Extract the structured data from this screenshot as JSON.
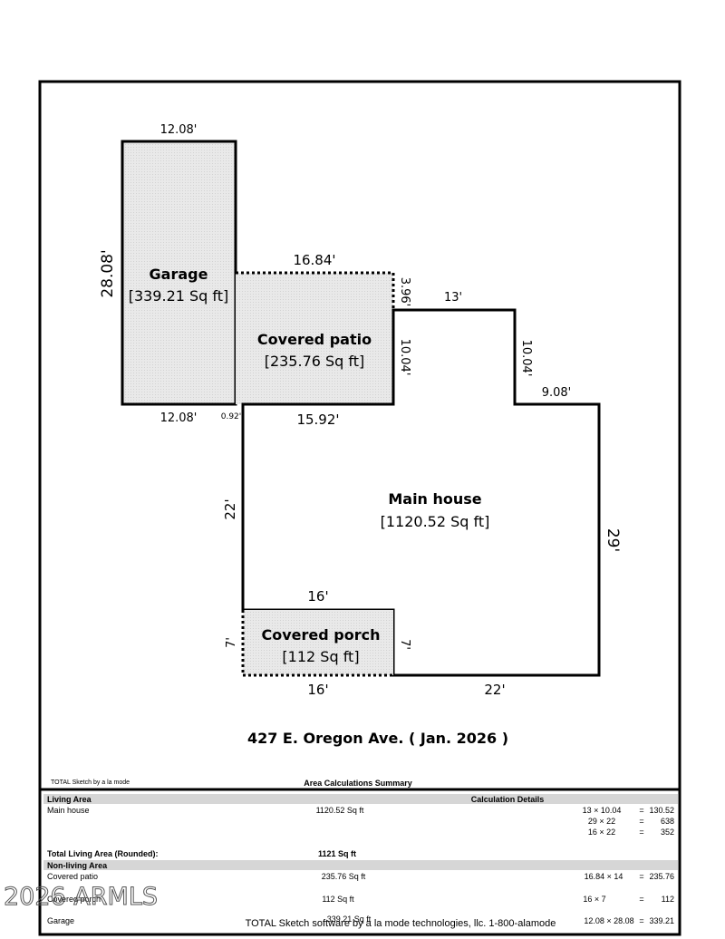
{
  "areas": {
    "garage": {
      "name": "Garage",
      "size": "[339.21 Sq ft]"
    },
    "patio": {
      "name": "Covered patio",
      "size": "[235.76 Sq ft]"
    },
    "main": {
      "name": "Main house",
      "size": "[1120.52 Sq ft]"
    },
    "porch": {
      "name": "Covered porch",
      "size": "[112 Sq ft]"
    }
  },
  "dimensions": {
    "garage_top": "12.08'",
    "garage_bottom": "12.08'",
    "garage_side": "28.08'",
    "patio_top": "16.84'",
    "patio_right_upper": "3.96'",
    "patio_right": "10.04'",
    "main_top": "13'",
    "main_step_down": "10.04'",
    "main_step_right": "9.08'",
    "main_right": "29'",
    "main_top_left": "15.92'",
    "small_offset": "0.92'",
    "main_left": "22'",
    "porch_top": "16'",
    "porch_left": "7'",
    "porch_right": "7'",
    "porch_bottom": "16'",
    "main_bottom": "22'"
  },
  "address": "427 E. Oregon Ave. ( Jan. 2026 )",
  "table": {
    "credit": "TOTAL Sketch by a la mode",
    "title": "Area Calculations Summary",
    "living_header": "Living Area",
    "calc_header": "Calculation Details",
    "main_label": "Main house",
    "main_value": "1120.52 Sq ft",
    "main_calcs": [
      {
        "expr": "13 × 10.04",
        "eq": "=",
        "res": "130.52"
      },
      {
        "expr": "29 × 22",
        "eq": "=",
        "res": "638"
      },
      {
        "expr": "16 × 22",
        "eq": "=",
        "res": "352"
      }
    ],
    "total_label": "Total Living Area (Rounded):",
    "total_value": "1121 Sq ft",
    "nonliving_header": "Non-living Area",
    "rows": [
      {
        "label": "Covered patio",
        "value": "235.76 Sq ft",
        "calc": "16.84 × 14",
        "eq": "=",
        "res": "235.76"
      },
      {
        "label": "Covered porch",
        "value": "112 Sq ft",
        "calc": "16 × 7",
        "eq": "=",
        "res": "112"
      },
      {
        "label": "Garage",
        "value": "339.21 Sq ft",
        "calc": "12.08 × 28.08",
        "eq": "=",
        "res": "339.21"
      }
    ],
    "footer": "TOTAL Sketch software by a la mode technologies, llc. 1-800-alamode"
  },
  "watermark": "2026 ARMLS",
  "colors": {
    "fill": "#e6e6e6",
    "line": "#000000",
    "band": "#d6d6d6"
  }
}
